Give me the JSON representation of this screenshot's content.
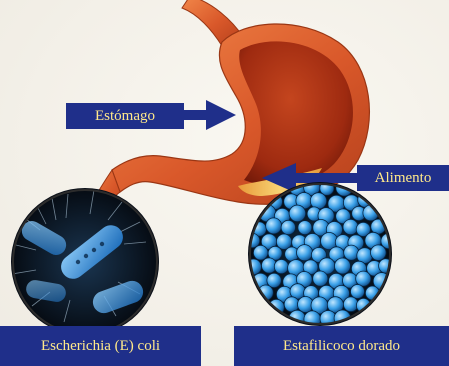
{
  "labels": {
    "estomago": "Estómago",
    "alimento": "Alimento",
    "ecoli": "Escherichia (E) coli",
    "staph": "Estafilicoco dorado"
  },
  "colors": {
    "label_background": "#1f2f8a",
    "label_text": "#ffe98a",
    "stomach_outer": "#d9582a",
    "stomach_inner": "#9e2a10",
    "food": "#f4c25a",
    "bacteria_blue": "#3aa0e8",
    "arrow": "#1f2f8a"
  },
  "icons": {
    "organ": "stomach-illustration",
    "micrograph_left": "e-coli-micrograph",
    "micrograph_right": "staphylococcus-micrograph"
  }
}
